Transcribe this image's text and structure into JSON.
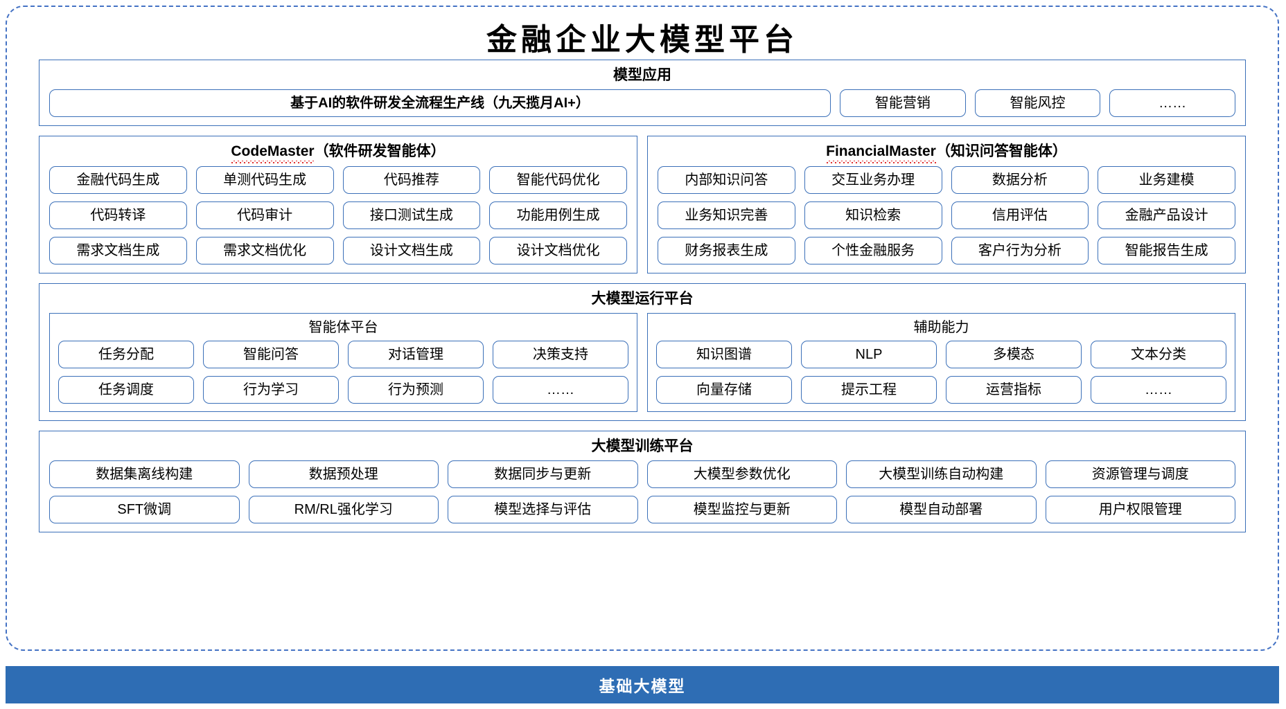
{
  "title": "金融企业大模型平台",
  "colors": {
    "frame_dashed": "#4472C4",
    "box_border": "#3A6FB8",
    "base_bar_bg": "#2E6DB4",
    "base_bar_text": "#FFFFFF",
    "spellcheck_squiggle": "#E03030"
  },
  "app_layer": {
    "title": "模型应用",
    "primary": "基于AI的软件研发全流程生产线（九天揽月AI+）",
    "items": [
      "智能营销",
      "智能风控",
      "……"
    ]
  },
  "agents": [
    {
      "name_latin": "CodeMaster",
      "name_cn": "（软件研发智能体）",
      "rows": [
        [
          "金融代码生成",
          "单测代码生成",
          "代码推荐",
          "智能代码优化"
        ],
        [
          "代码转译",
          "代码审计",
          "接口测试生成",
          "功能用例生成"
        ],
        [
          "需求文档生成",
          "需求文档优化",
          "设计文档生成",
          "设计文档优化"
        ]
      ]
    },
    {
      "name_latin": "FinancialMaster",
      "name_cn": "（知识问答智能体）",
      "rows": [
        [
          "内部知识问答",
          "交互业务办理",
          "数据分析",
          "业务建模"
        ],
        [
          "业务知识完善",
          "知识检索",
          "信用评估",
          "金融产品设计"
        ],
        [
          "财务报表生成",
          "个性金融服务",
          "客户行为分析",
          "智能报告生成"
        ]
      ]
    }
  ],
  "runtime": {
    "title": "大模型运行平台",
    "panels": [
      {
        "title": "智能体平台",
        "rows": [
          [
            "任务分配",
            "智能问答",
            "对话管理",
            "决策支持"
          ],
          [
            "任务调度",
            "行为学习",
            "行为预测",
            "……"
          ]
        ]
      },
      {
        "title": "辅助能力",
        "rows": [
          [
            "知识图谱",
            "NLP",
            "多模态",
            "文本分类"
          ],
          [
            "向量存储",
            "提示工程",
            "运营指标",
            "……"
          ]
        ]
      }
    ]
  },
  "training": {
    "title": "大模型训练平台",
    "rows": [
      [
        "数据集离线构建",
        "数据预处理",
        "数据同步与更新",
        "大模型参数优化",
        "大模型训练自动构建",
        "资源管理与调度"
      ],
      [
        "SFT微调",
        "RM/RL强化学习",
        "模型选择与评估",
        "模型监控与更新",
        "模型自动部署",
        "用户权限管理"
      ]
    ]
  },
  "base_model": {
    "label": "基础大模型"
  }
}
